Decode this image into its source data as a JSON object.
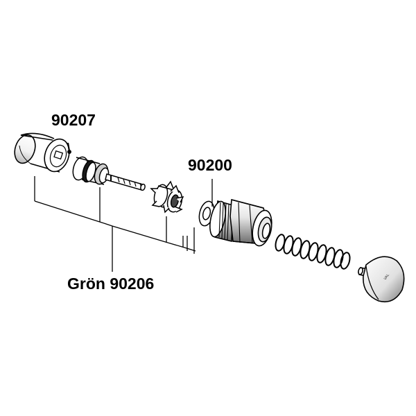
{
  "labels": {
    "part_90207": "90207",
    "part_90200": "90200",
    "part_group": "Grön 90206"
  },
  "engraving": "VAL",
  "colors": {
    "ink": "#000000",
    "paper": "#ffffff",
    "mid": "#8a8a8a",
    "light": "#d4d4d4",
    "dark": "#3a3a3a"
  }
}
